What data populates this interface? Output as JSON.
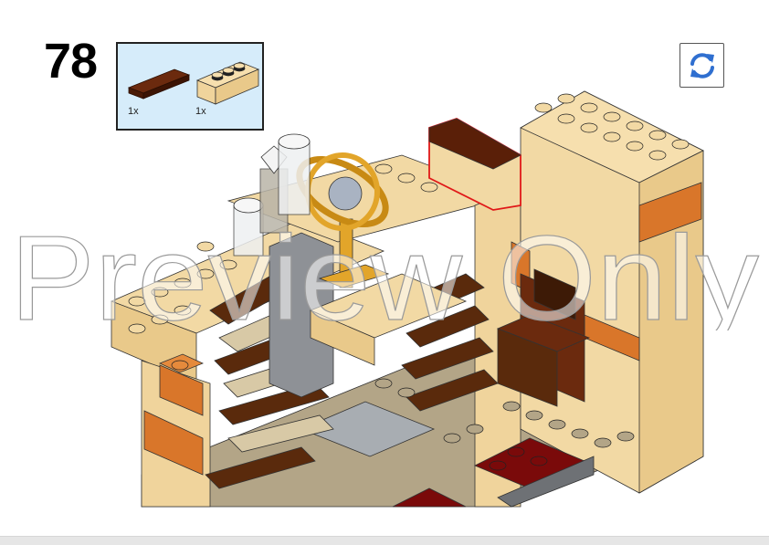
{
  "page": {
    "step_number": "78",
    "watermark_text": "Preview Only"
  },
  "parts_list": {
    "items": [
      {
        "name": "Plate 1x4 tile",
        "color_name": "reddish-brown",
        "color": "#5a1f08",
        "quantity": "1x",
        "icon": "brown-tile-1x4-icon"
      },
      {
        "name": "Brick 1x3",
        "color_name": "tan",
        "color": "#f2d9a4",
        "quantity": "1x",
        "icon": "tan-brick-1x3-icon"
      }
    ],
    "background": "#d6ecfa"
  },
  "toolbar": {
    "rotate_icon": "rotate-refresh-icon",
    "rotate_color": "#2f6fd0"
  },
  "colors": {
    "tan": "#f2d9a4",
    "tan_dark": "#d9bd85",
    "dark_orange": "#d9762a",
    "reddish_brown": "#5a2a0c",
    "dark_brown": "#3d1a06",
    "dark_tan": "#b3a587",
    "light_gray": "#a8adb2",
    "dark_gray": "#6e7175",
    "dark_red": "#7a0a0a",
    "gold": "#e2a52a",
    "highlight": "#e01818"
  }
}
